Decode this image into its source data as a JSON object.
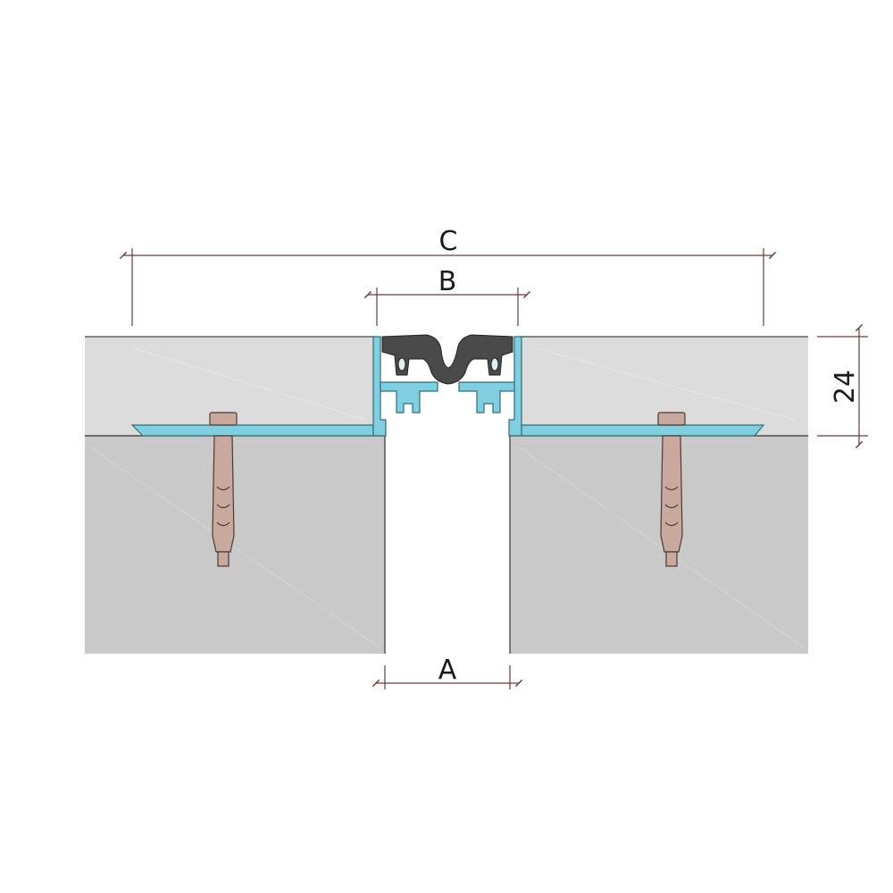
{
  "dimensions": {
    "a_label": "A",
    "b_label": "B",
    "c_label": "C",
    "height_label": "24"
  },
  "colors": {
    "background": "#ffffff",
    "upper_layer": "#dcdcdc",
    "lower_slab": "#c9c9c9",
    "aluminium_profile": "#7fcfe0",
    "rubber_insert": "#4a4a4a",
    "anchor": "#c9a99e",
    "dimension_line": "#6b3a3a",
    "outline": "#333333"
  },
  "icons": {
    "left_anchor": "anchor-bolt-icon",
    "right_anchor": "anchor-bolt-icon"
  }
}
